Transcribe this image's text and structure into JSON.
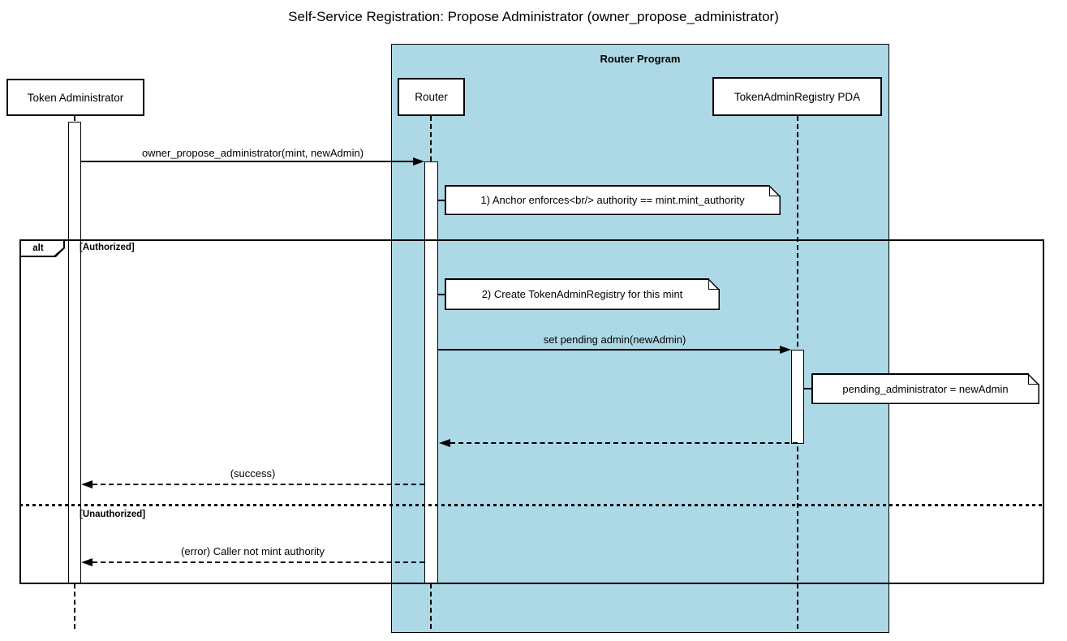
{
  "title": "Self-Service Registration: Propose Administrator (owner_propose_administrator)",
  "program": {
    "label": "Router Program"
  },
  "actors": {
    "token_admin": "Token Administrator",
    "router": "Router",
    "pda": "TokenAdminRegistry PDA"
  },
  "messages": {
    "propose": "owner_propose_administrator(mint, newAdmin)",
    "set_pending": "set pending admin(newAdmin)",
    "success": "(success)",
    "error": "(error) Caller not mint authority"
  },
  "notes": {
    "anchor_enforces": "1) Anchor enforces<br/> authority == mint.mint_authority",
    "create_registry": "2) Create TokenAdminRegistry for this mint",
    "pending_admin": "pending_administrator = newAdmin"
  },
  "alt": {
    "operator": "alt",
    "authorized": "[Authorized]",
    "unauthorized": "[Unauthorized]"
  },
  "colors": {
    "program_fill": "#ADD8E6",
    "line": "#000000",
    "note_fill": "#ffffff",
    "background": "#ffffff"
  }
}
